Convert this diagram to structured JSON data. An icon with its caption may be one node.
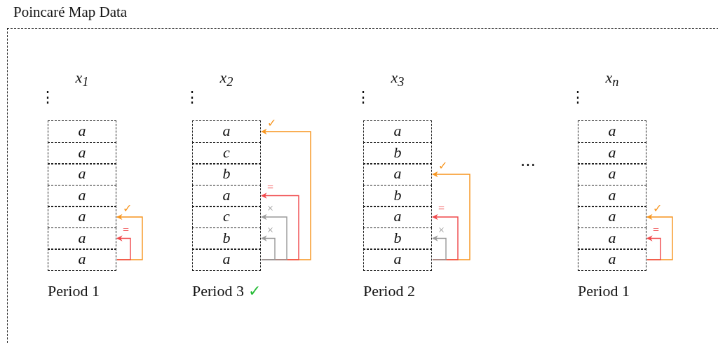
{
  "diagram": {
    "nodes": [
      {
        "text": [
          "Poincaré Map Data"
        ]
      },
      {
        "text": [
          "x$_{1}$",
          "⋮"
        ],
        "in": 0,
        "beside": [
          "Period 1"
        ]
      },
      {
        "text": [
          "a"
        ],
        "in": 1
      },
      {
        "text": [
          "a"
        ],
        "in": 1
      },
      {
        "text": [
          "a"
        ],
        "in": 1
      },
      {
        "text": [
          "a"
        ],
        "in": 1
      },
      {
        "text": [
          "a"
        ],
        "in": 1
      },
      {
        "text": [
          "a"
        ],
        "in": 1
      },
      {
        "text": [
          "a"
        ],
        "in": 1
      },
      {
        "text": [
          "x$_{2}$",
          "⋮"
        ],
        "in": 0,
        "beside": [
          "Period 3",
          "✓"
        ]
      },
      {
        "text": [
          "a"
        ],
        "in": 9
      },
      {
        "text": [
          "c"
        ],
        "in": 9
      },
      {
        "text": [
          "b"
        ],
        "in": 9
      },
      {
        "text": [
          "a"
        ],
        "in": 9
      },
      {
        "text": [
          "c"
        ],
        "in": 9
      },
      {
        "text": [
          "b"
        ],
        "in": 9
      },
      {
        "text": [
          "a"
        ],
        "in": 9
      },
      {
        "text": [
          "x$_{3}$",
          "⋮"
        ],
        "in": 0,
        "beside": [
          "Period 2"
        ]
      },
      {
        "text": [
          "a"
        ],
        "in": 17
      },
      {
        "text": [
          "b"
        ],
        "in": 17
      },
      {
        "text": [
          "a"
        ],
        "in": 17
      },
      {
        "text": [
          "b"
        ],
        "in": 17
      },
      {
        "text": [
          "a"
        ],
        "in": 17
      },
      {
        "text": [
          "b"
        ],
        "in": 17
      },
      {
        "text": [
          "a"
        ],
        "in": 17
      },
      {
        "text": [
          "x$_{n}$",
          "⋮"
        ],
        "in": 0,
        "beside": [
          "Period 1"
        ]
      },
      {
        "text": [
          "a"
        ],
        "in": 25
      },
      {
        "text": [
          "a"
        ],
        "in": 25
      },
      {
        "text": [
          "a"
        ],
        "in": 25
      },
      {
        "text": [
          "a"
        ],
        "in": 25
      },
      {
        "text": [
          "a"
        ],
        "in": 25
      },
      {
        "text": [
          "a"
        ],
        "in": 25
      },
      {
        "text": [
          "a"
        ],
        "in": 25
      }
    ],
    "edges": [
      {
        "from": 8,
        "to": 6,
        "arrow": "to",
        "label": "✓",
        "color": "#f7941d"
      },
      {
        "from": 8,
        "to": 7,
        "arrow": "to",
        "label": "=",
        "color": "#f0474a"
      },
      {
        "from": 16,
        "to": 10,
        "arrow": "to",
        "label": "✓",
        "color": "#f7941d"
      },
      {
        "from": 16,
        "to": 13,
        "arrow": "to",
        "label": "=",
        "color": "#f0474a"
      },
      {
        "from": 16,
        "to": 14,
        "arrow": "to",
        "label": "×",
        "color": "#999999"
      },
      {
        "from": 16,
        "to": 15,
        "arrow": "to",
        "label": "×",
        "color": "#999999"
      },
      {
        "from": 24,
        "to": 20,
        "arrow": "to",
        "label": "✓",
        "color": "#f7941d"
      },
      {
        "from": 24,
        "to": 22,
        "arrow": "to",
        "label": "=",
        "color": "#f0474a"
      },
      {
        "from": 24,
        "to": 23,
        "arrow": "to",
        "label": "×",
        "color": "#999999"
      },
      {
        "from": 32,
        "to": 30,
        "arrow": "to",
        "label": "✓",
        "color": "#f7941d"
      },
      {
        "from": 32,
        "to": 31,
        "arrow": "to",
        "label": "=",
        "color": "#f0474a"
      }
    ],
    "labels": [
      "⋯"
    ]
  }
}
